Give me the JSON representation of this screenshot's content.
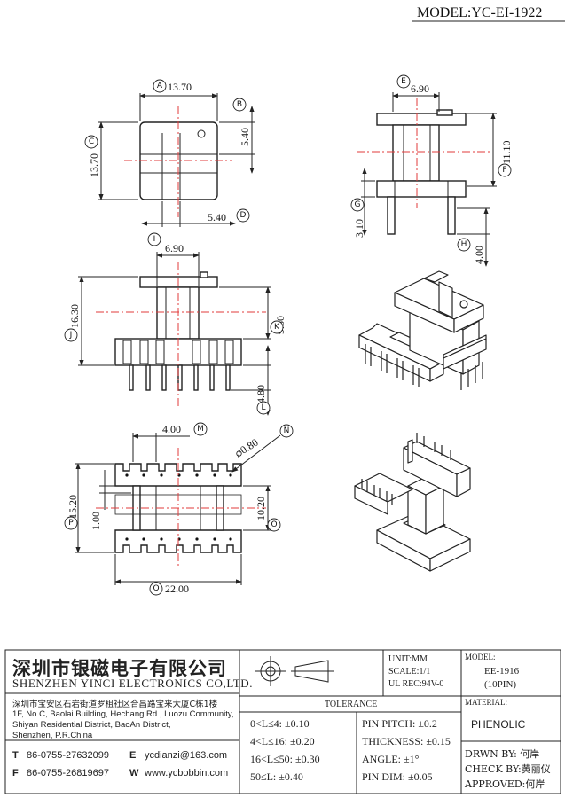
{
  "model_label": "MODEL:YC-EI-1922",
  "circle_labels": [
    "A",
    "B",
    "C",
    "D",
    "E",
    "F",
    "G",
    "H",
    "I",
    "J",
    "K",
    "L",
    "M",
    "N",
    "O",
    "P",
    "Q"
  ],
  "dimensions": {
    "A": "13.70",
    "B": "5.40",
    "C": "13.70",
    "D": "5.40",
    "E": "6.90",
    "F": "11.10",
    "G": "3.10",
    "H": "4.00",
    "I": "6.90",
    "J": "16.30",
    "K": "9.50",
    "L": "4.80",
    "M": "4.00",
    "N": "⌀0.80",
    "O": "10.20",
    "P": "15.20",
    "P_inner": "1.00",
    "Q": "22.00"
  },
  "company": {
    "name_cn": "深圳市银磁电子有限公司",
    "name_en": "SHENZHEN YINCI ELECTRONICS CO,LTD.",
    "address_cn": "深圳市宝安区石岩街道罗租社区合昌路宝来大厦C栋1楼",
    "address_en_1": "1F, No.C, Baolai Building, Hechang Rd., Luozu Community,",
    "address_en_2": "Shiyan Residential District, BaoAn District,",
    "address_en_3": "Shenzhen, P.R.China",
    "tel_label": "T",
    "tel": "86-0755-27632099",
    "fax_label": "F",
    "fax": "86-0755-26819697",
    "email_label": "E",
    "email": "ycdianzi@163.com",
    "web_label": "W",
    "web": "www.ycbobbin.com"
  },
  "specs": {
    "unit": "UNIT:MM",
    "scale": "SCALE:1/1",
    "ul": "UL REC:94V-0",
    "model_heading": "MODEL:",
    "model_value": "EE-1916",
    "pins": "(10PIN)",
    "material_heading": "MATERIAL:",
    "material_value": "PHENOLIC"
  },
  "tolerance": {
    "title": "TOLERANCE",
    "left": [
      "0<L≤4: ±0.10",
      "4<L≤16: ±0.20",
      "16<L≤50: ±0.30",
      "50≤L: ±0.40"
    ],
    "right": [
      "PIN PITCH: ±0.2",
      "THICKNESS: ±0.15",
      "ANGLE: ±1°",
      "PIN DIM: ±0.05"
    ]
  },
  "signoff": {
    "drawn": "DRWN BY: 何岸",
    "checked": "CHECK BY:黄丽仪",
    "approved": "APPROVED:何岸"
  }
}
